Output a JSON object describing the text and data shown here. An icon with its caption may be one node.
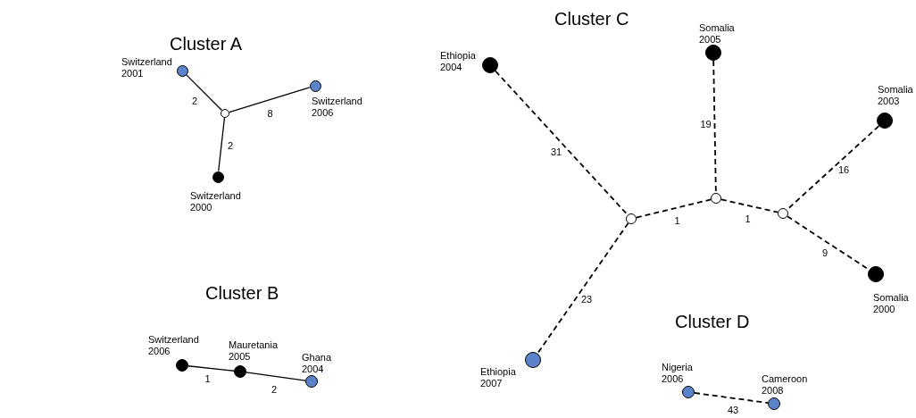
{
  "diagram": {
    "nodes": [
      {
        "text": [
          "Switzerland 2001"
        ]
      },
      {
        "text": [],
        "shape": "circle"
      },
      {
        "text": [
          "Switzerland 2006"
        ]
      },
      {
        "text": [
          "Switzerland 2000"
        ]
      },
      {
        "text": [
          "Switzerland 2006"
        ]
      },
      {
        "text": [
          "Mauretania 2005"
        ]
      },
      {
        "text": [
          "Ghana 2004"
        ]
      },
      {
        "text": [
          "Ethiopia 2004"
        ]
      },
      {
        "text": [
          "Somalia 2005"
        ]
      },
      {
        "text": [
          "Somalia 2003"
        ]
      },
      {
        "text": [],
        "shape": "circle"
      },
      {
        "text": [],
        "shape": "circle"
      },
      {
        "text": [],
        "shape": "circle"
      },
      {
        "text": [
          "Somalia 2000"
        ]
      },
      {
        "text": [
          "Ethiopia 2007"
        ]
      },
      {
        "text": [
          "Nigeria 2006"
        ]
      },
      {
        "text": [
          "Cameroon 2008"
        ]
      }
    ],
    "edges": [
      {
        "from": 0,
        "to": 1,
        "arrow": "none",
        "label": "2"
      },
      {
        "from": 1,
        "to": 2,
        "arrow": "none",
        "label": "8"
      },
      {
        "from": 1,
        "to": 3,
        "arrow": "none",
        "label": "2"
      },
      {
        "from": 4,
        "to": 5,
        "arrow": "none",
        "label": "1"
      },
      {
        "from": 5,
        "to": 6,
        "arrow": "none",
        "label": "2"
      },
      {
        "from": 7,
        "to": 10,
        "arrow": "none",
        "label": "31",
        "style": "dashed"
      },
      {
        "from": 8,
        "to": 11,
        "arrow": "none",
        "label": "19",
        "style": "dashed"
      },
      {
        "from": 9,
        "to": 12,
        "arrow": "none",
        "label": "16",
        "style": "dashed"
      },
      {
        "from": 10,
        "to": 11,
        "arrow": "none",
        "label": "1",
        "style": "dashed"
      },
      {
        "from": 11,
        "to": 12,
        "arrow": "none",
        "label": "1",
        "style": "dashed"
      },
      {
        "from": 12,
        "to": 13,
        "arrow": "none",
        "label": "9",
        "style": "dashed"
      },
      {
        "from": 10,
        "to": 14,
        "arrow": "none",
        "label": "23",
        "style": "dashed"
      },
      {
        "from": 15,
        "to": 16,
        "arrow": "none",
        "label": "43",
        "style": "dashed"
      }
    ],
    "labels": [
      "Cluster A",
      "Cluster B",
      "Cluster C",
      "Cluster D"
    ]
  }
}
